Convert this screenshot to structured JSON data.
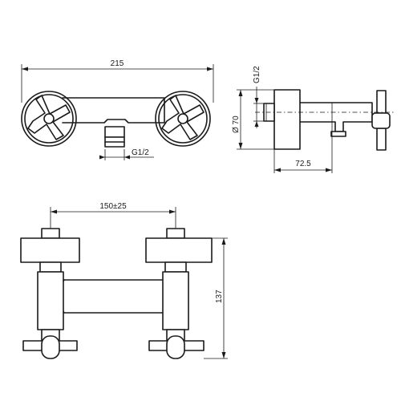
{
  "dimensions": {
    "overall_width": "215",
    "outlet_thread": "G1/2",
    "side_thread": "G1/2",
    "handle_diameter": "Ø 70",
    "depth": "72.5",
    "centre_distance": "150±25",
    "height": "137"
  }
}
